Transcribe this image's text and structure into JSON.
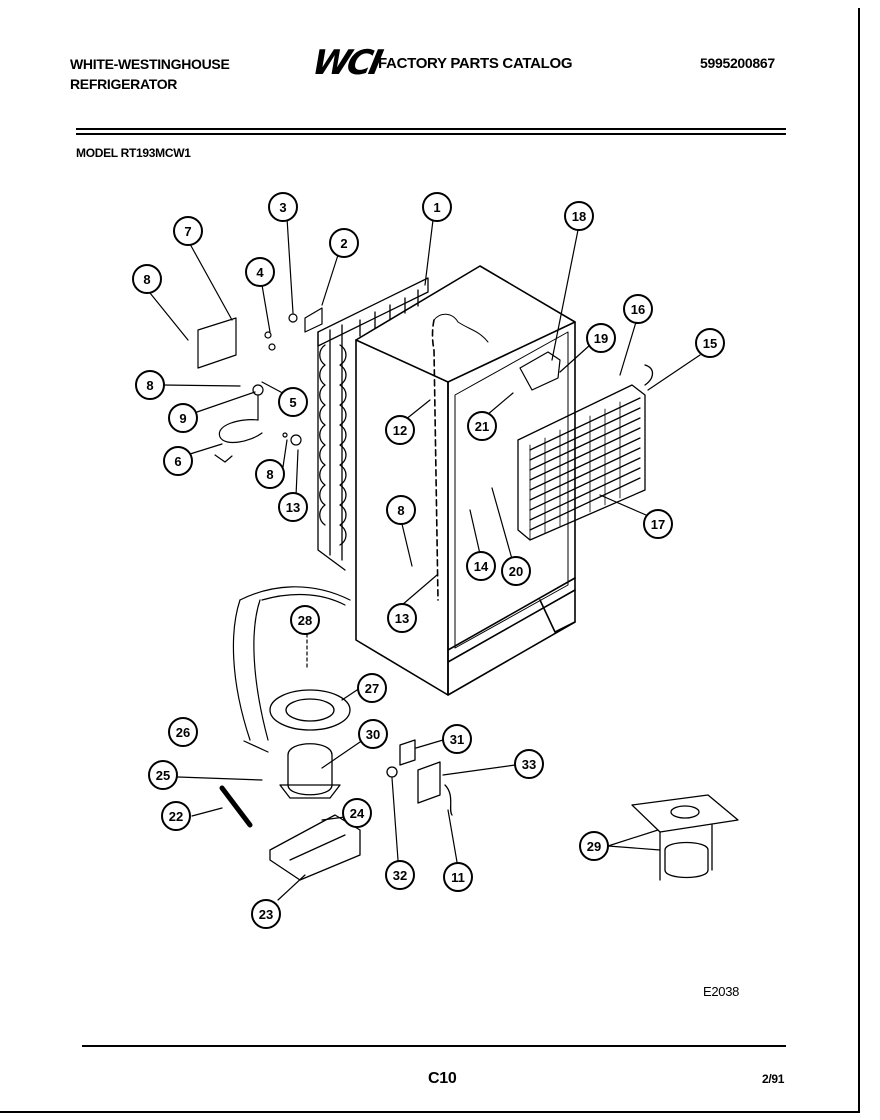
{
  "header": {
    "brand_line1": "WHITE-WESTINGHOUSE",
    "brand_line2": "REFRIGERATOR",
    "logo": "WCI",
    "catalog_title": "FACTORY PARTS CATALOG",
    "document_number": "5995200867"
  },
  "model_label": "MODEL RT193MCW1",
  "figure_code": "E2038",
  "footer": {
    "page_code": "C10",
    "date_code": "2/91"
  },
  "callouts": [
    {
      "id": "c1",
      "label": "1"
    },
    {
      "id": "c2",
      "label": "2"
    },
    {
      "id": "c3",
      "label": "3"
    },
    {
      "id": "c4",
      "label": "4"
    },
    {
      "id": "c5",
      "label": "5"
    },
    {
      "id": "c6",
      "label": "6"
    },
    {
      "id": "c7",
      "label": "7"
    },
    {
      "id": "c8a",
      "label": "8"
    },
    {
      "id": "c8b",
      "label": "8"
    },
    {
      "id": "c8c",
      "label": "8"
    },
    {
      "id": "c8d",
      "label": "8"
    },
    {
      "id": "c9",
      "label": "9"
    },
    {
      "id": "c11",
      "label": "11"
    },
    {
      "id": "c12",
      "label": "12"
    },
    {
      "id": "c13a",
      "label": "13"
    },
    {
      "id": "c13b",
      "label": "13"
    },
    {
      "id": "c14",
      "label": "14"
    },
    {
      "id": "c15",
      "label": "15"
    },
    {
      "id": "c16",
      "label": "16"
    },
    {
      "id": "c17",
      "label": "17"
    },
    {
      "id": "c18",
      "label": "18"
    },
    {
      "id": "c19",
      "label": "19"
    },
    {
      "id": "c20",
      "label": "20"
    },
    {
      "id": "c21",
      "label": "21"
    },
    {
      "id": "c22",
      "label": "22"
    },
    {
      "id": "c23",
      "label": "23"
    },
    {
      "id": "c24",
      "label": "24"
    },
    {
      "id": "c25",
      "label": "25"
    },
    {
      "id": "c26",
      "label": "26"
    },
    {
      "id": "c27",
      "label": "27"
    },
    {
      "id": "c28",
      "label": "28"
    },
    {
      "id": "c29",
      "label": "29"
    },
    {
      "id": "c30",
      "label": "30"
    },
    {
      "id": "c31",
      "label": "31"
    },
    {
      "id": "c32",
      "label": "32"
    },
    {
      "id": "c33",
      "label": "33"
    }
  ]
}
